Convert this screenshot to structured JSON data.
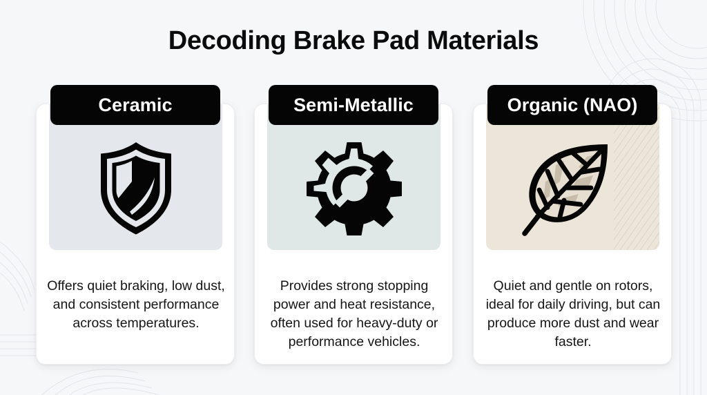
{
  "header": {
    "title": "Decoding Brake Pad Materials"
  },
  "cards": [
    {
      "label": "Ceramic",
      "icon": "shield-icon",
      "panel_color": "#e4e8ec",
      "description": "Offers quiet braking, low dust, and consistent performance across temperatures."
    },
    {
      "label": "Semi-Metallic",
      "icon": "gear-icon",
      "panel_color": "#dfe8e6",
      "description": "Provides strong stopping power and heat resistance, often used for heavy-duty or performance vehicles."
    },
    {
      "label": "Organic (NAO)",
      "icon": "leaf-icon",
      "panel_color": "#ece6da",
      "description": "Quiet and gentle on rotors, ideal for daily driving, but can produce more dust and wear faster."
    }
  ],
  "colors": {
    "background": "#f6f7f9",
    "card": "#ffffff",
    "tab": "#050505",
    "tab_text": "#ffffff",
    "text": "#151515"
  }
}
